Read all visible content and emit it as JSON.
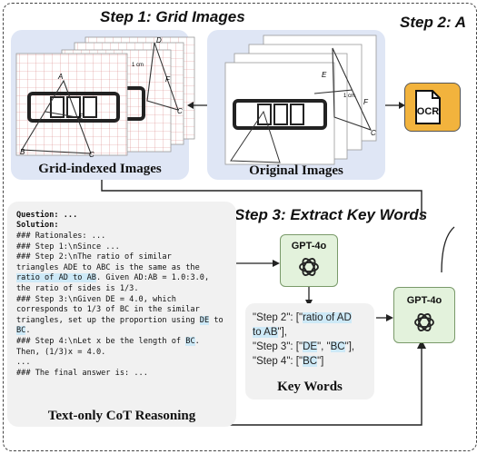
{
  "steps": {
    "step1": "Step 1: Grid Images",
    "step2": "Step 2: A",
    "step3": "Step 3: Extract Key Words"
  },
  "panels": {
    "grid_caption": "Grid-indexed Images",
    "original_caption": "Original Images",
    "keywords_caption": "Key Words",
    "cot_caption": "Text-only CoT Reasoning"
  },
  "figure_labels": {
    "a": "A",
    "b": "B",
    "c": "C",
    "d": "D",
    "e": "E",
    "f": "F",
    "one_cm": "1 cm"
  },
  "ocr_label": "OCR",
  "gpt_label": "GPT-4o",
  "cot": {
    "question": "Question: ...",
    "solution": "Solution:",
    "lines": [
      {
        "segs": [
          {
            "t": "### Rationales: ..."
          }
        ]
      },
      {
        "segs": [
          {
            "t": "### Step 1:\\nSince ..."
          }
        ]
      },
      {
        "segs": [
          {
            "t": "### Step 2:\\nThe ratio of similar"
          }
        ]
      },
      {
        "segs": [
          {
            "t": "triangles ADE to ABC is the same as the"
          }
        ]
      },
      {
        "segs": [
          {
            "t": "ratio of AD to AB",
            "hl": true
          },
          {
            "t": ". Given AD:AB = 1.0:3.0,"
          }
        ]
      },
      {
        "segs": [
          {
            "t": "the ratio of sides is 1/3."
          }
        ]
      },
      {
        "segs": [
          {
            "t": "### Step 3:\\nGiven DE = 4.0, which"
          }
        ]
      },
      {
        "segs": [
          {
            "t": "corresponds to 1/3 of BC in the similar"
          }
        ]
      },
      {
        "segs": [
          {
            "t": "triangles, set up the proportion using "
          },
          {
            "t": "DE",
            "hl": true
          },
          {
            "t": " to"
          }
        ]
      },
      {
        "segs": [
          {
            "t": "BC",
            "hl": true
          },
          {
            "t": "."
          }
        ]
      },
      {
        "segs": [
          {
            "t": "### Step 4:\\nLet x be the length of "
          },
          {
            "t": "BC",
            "hl": true
          },
          {
            "t": "."
          }
        ]
      },
      {
        "segs": [
          {
            "t": "Then, (1/3)x = 4.0."
          }
        ]
      },
      {
        "segs": [
          {
            "t": "..."
          }
        ]
      },
      {
        "segs": [
          {
            "t": "### The final answer is: ..."
          }
        ]
      }
    ]
  },
  "keywords": {
    "lines": [
      {
        "segs": [
          {
            "t": "\"Step 2\": [\""
          },
          {
            "t": "ratio of AD",
            "hl": true
          }
        ]
      },
      {
        "segs": [
          {
            "t": "to AB",
            "hl": true
          },
          {
            "t": "\"],"
          }
        ]
      },
      {
        "segs": [
          {
            "t": "\"Step 3\": [\""
          },
          {
            "t": "DE",
            "hl": true
          },
          {
            "t": "\", \""
          },
          {
            "t": "BC",
            "hl": true
          },
          {
            "t": "\"],"
          }
        ]
      },
      {
        "segs": [
          {
            "t": "\"Step 4\": [\""
          },
          {
            "t": "BC",
            "hl": true
          },
          {
            "t": "\"]"
          }
        ]
      }
    ]
  },
  "colors": {
    "panel": "#dfe6f5",
    "highlight": "#cde9f7",
    "gpt_fill": "#e3f2dc",
    "ocr_fill": "#f2b33d"
  }
}
